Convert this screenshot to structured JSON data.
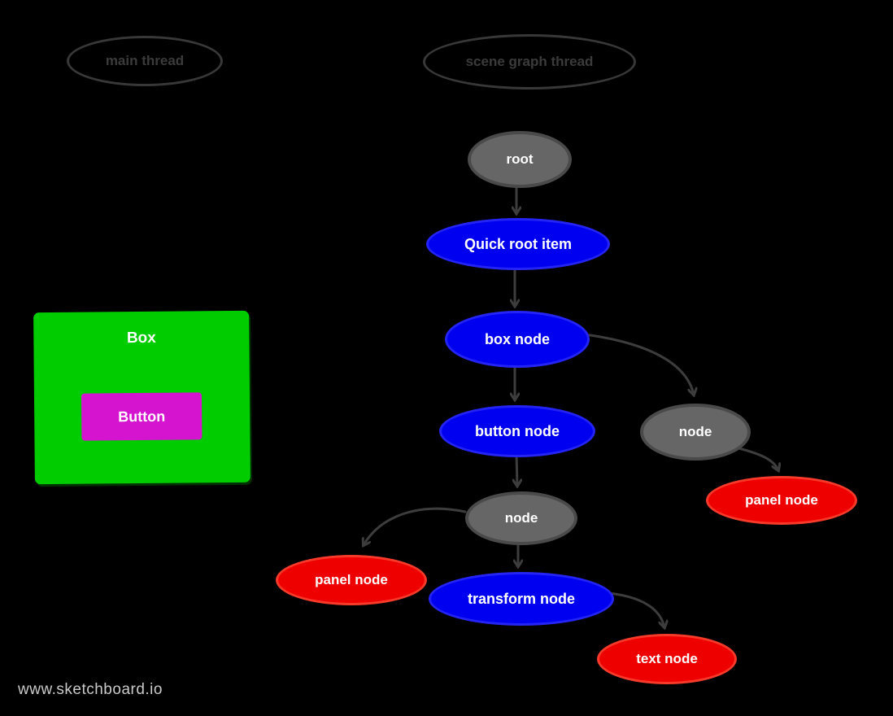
{
  "watermark": "www.sketchboard.io",
  "threads": {
    "main": "main thread",
    "scene": "scene graph thread"
  },
  "ui_mock": {
    "box_label": "Box",
    "button_label": "Button"
  },
  "nodes": {
    "root": "root",
    "quick_root_item": "Quick root item",
    "box_node": "box node",
    "button_node": "button node",
    "node_right": "node",
    "panel_node_right": "panel node",
    "node_center": "node",
    "panel_node_left": "panel node",
    "transform_node": "transform node",
    "text_node": "text node"
  },
  "edges": [
    {
      "from": "root",
      "to": "quick_root_item"
    },
    {
      "from": "quick_root_item",
      "to": "box_node"
    },
    {
      "from": "box_node",
      "to": "button_node"
    },
    {
      "from": "box_node",
      "to": "node_right"
    },
    {
      "from": "button_node",
      "to": "node_center"
    },
    {
      "from": "node_center",
      "to": "panel_node_left"
    },
    {
      "from": "node_center",
      "to": "transform_node"
    },
    {
      "from": "node_right",
      "to": "panel_node_right"
    },
    {
      "from": "transform_node",
      "to": "text_node"
    }
  ],
  "colors": {
    "background": "#000000",
    "node_blue": "#0000f0",
    "node_red": "#ee0000",
    "node_gray": "#666666",
    "box_green": "#00cc00",
    "button_magenta": "#d414cf",
    "arrow": "#3d3d3d",
    "thread_outline": "#383838",
    "watermark_text": "#cacaca"
  }
}
